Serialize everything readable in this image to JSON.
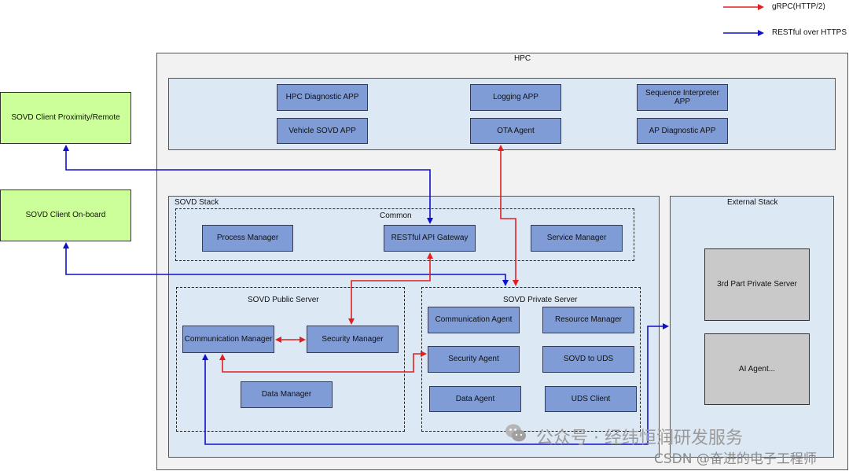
{
  "legend": {
    "grpc": "gRPC(HTTP/2)",
    "rest": "RESTful over HTTPS",
    "colors": {
      "grpc": "#e02020",
      "rest": "#1010c8"
    }
  },
  "clients": {
    "proximity": "SOVD Client Proximity/Remote",
    "onboard": "SOVD Client On-board"
  },
  "hpc": {
    "title": "HPC",
    "apps": [
      "HPC Diagnostic APP",
      "Vehicle SOVD APP",
      "Logging APP",
      "OTA Agent",
      "Sequence Interpreter APP",
      "AP Diagnostic APP"
    ]
  },
  "sovd_stack": {
    "title": "SOVD Stack",
    "common": {
      "title": "Common",
      "items": [
        "Process Manager",
        "RESTful API Gateway",
        "Service Manager"
      ]
    },
    "public_server": {
      "title": "SOVD Public Server",
      "items": [
        "Communication Manager",
        "Security Manager",
        "Data Manager"
      ]
    },
    "private_server": {
      "title": "SOVD Private Server",
      "items": [
        "Communication Agent",
        "Resource Manager",
        "Security Agent",
        "SOVD to UDS",
        "Data Agent",
        "UDS Client"
      ]
    }
  },
  "external_stack": {
    "title": "External Stack",
    "items": [
      "3rd Part Private Server",
      "AI Agent..."
    ]
  },
  "watermark": {
    "line1": "公众号 · 经纬恒润研发服务",
    "line2": "CSDN @奋进的电子工程师"
  }
}
